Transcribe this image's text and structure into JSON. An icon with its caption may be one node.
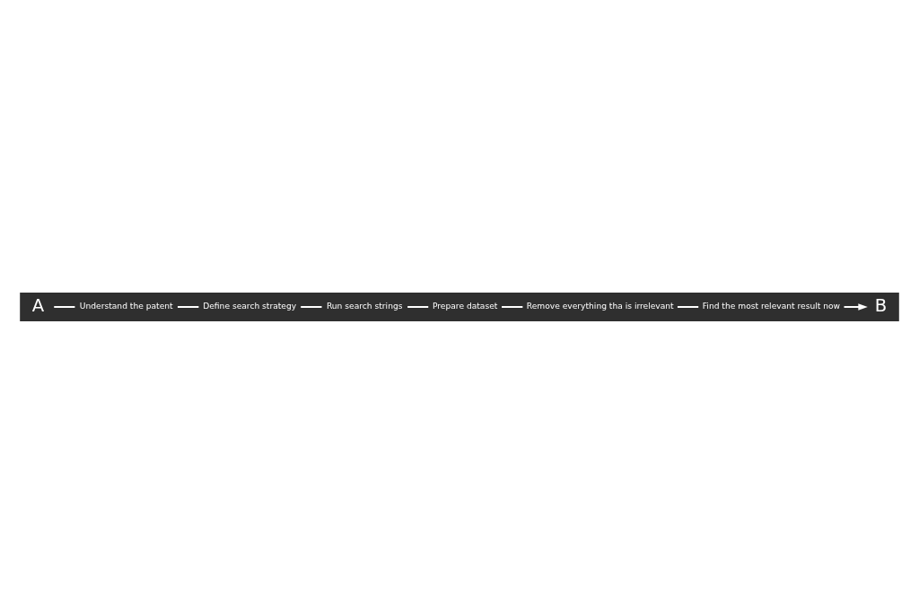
{
  "diagram": {
    "nodes": [
      {
        "text": [
          "A"
        ]
      },
      {
        "text": [
          "Understand the patent"
        ]
      },
      {
        "text": [
          "Define search strategy"
        ]
      },
      {
        "text": [
          "Run search strings"
        ]
      },
      {
        "text": [
          "Prepare dataset"
        ]
      },
      {
        "text": [
          "Remove everything tha is irrelevant"
        ]
      },
      {
        "text": [
          "Find the most relevant result now"
        ]
      },
      {
        "text": [
          "B"
        ]
      }
    ],
    "edges": [
      {
        "from": 0,
        "to": 1,
        "arrow": "none"
      },
      {
        "from": 1,
        "to": 2,
        "arrow": "none"
      },
      {
        "from": 2,
        "to": 3,
        "arrow": "none"
      },
      {
        "from": 3,
        "to": 4,
        "arrow": "none"
      },
      {
        "from": 4,
        "to": 5,
        "arrow": "none"
      },
      {
        "from": 5,
        "to": 6,
        "arrow": "none"
      },
      {
        "from": 6,
        "to": 7,
        "arrow": "to"
      }
    ]
  }
}
